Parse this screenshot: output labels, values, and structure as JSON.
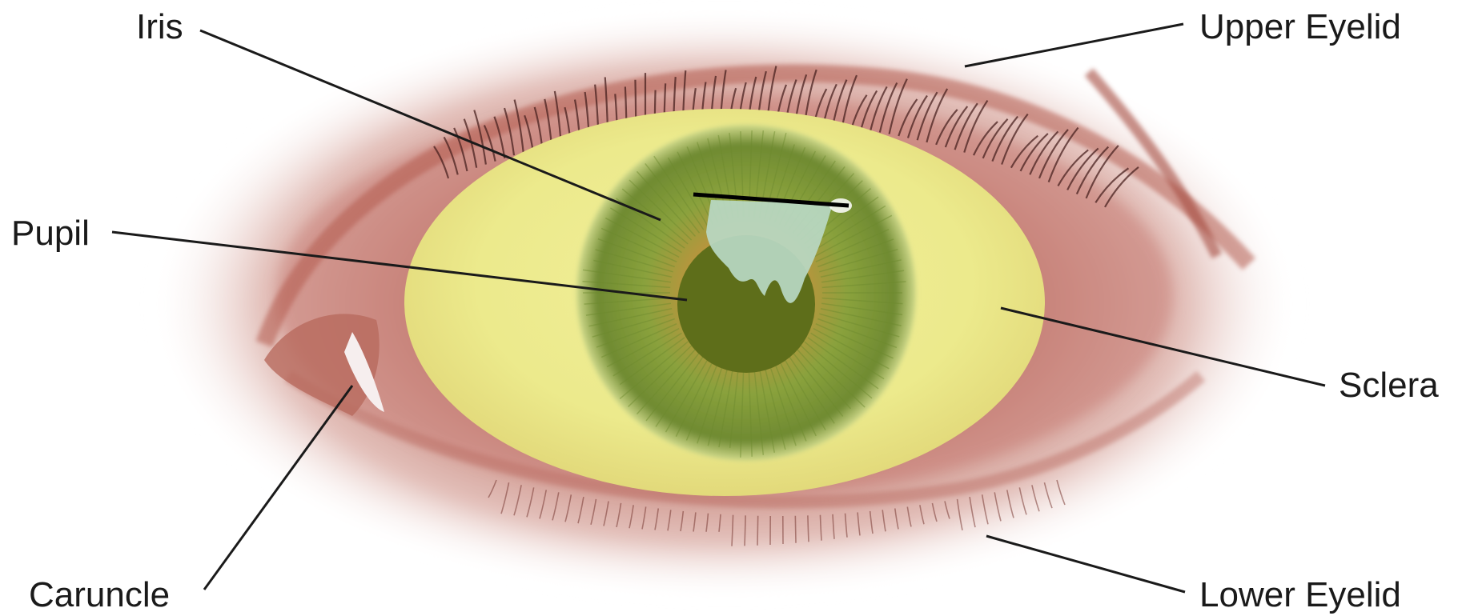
{
  "labels": {
    "iris": "Iris",
    "upper_eyelid": "Upper Eyelid",
    "pupil": "Pupil",
    "sclera": "Sclera",
    "caruncle": "Caruncle",
    "lower_eyelid": "Lower Eyelid"
  },
  "colors": {
    "background": "#ffffff",
    "skin": "#c98a80",
    "lid_rim": "#b35a4e",
    "sclera_highlight": "#ecea8c",
    "iris": "#8aa23c",
    "iris_ring": "#6f8a32",
    "pupil": "#5e6e1a",
    "reflection": "#b9d8c3",
    "leader_line": "#1a1a1a"
  },
  "icons": {
    "eye_illustration": "eye-anatomy"
  }
}
